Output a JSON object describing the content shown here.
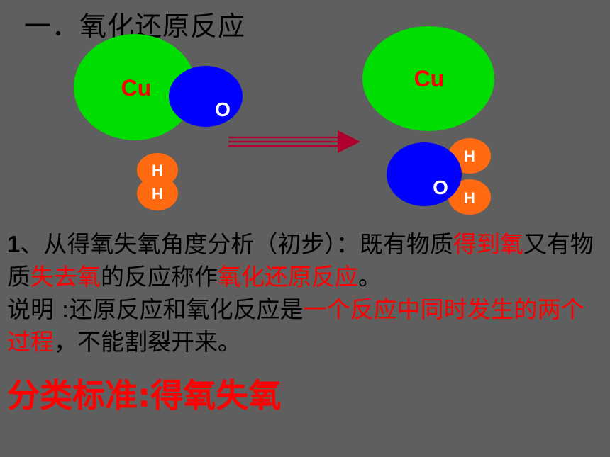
{
  "title": "一．氧化还原反应",
  "diagram": {
    "left": {
      "cu": "Cu",
      "o": "O",
      "h1": "H",
      "h2": "H"
    },
    "right": {
      "cu": "Cu",
      "o": "O",
      "h1": "H",
      "h2": "H"
    },
    "colors": {
      "copper": "#00dd00",
      "oxygen": "#0000ff",
      "hydrogen": "#ff6a10",
      "arrow": "#b00030",
      "cu_text": "#ff0000",
      "white_text": "#ffffff"
    }
  },
  "paragraph": {
    "p1_num": "1",
    "p1_a": "、从得氧失氧角度分析（初步）：既有物质",
    "p1_red1": "得到氧",
    "p1_b": "又有物质",
    "p1_red2": "失去氧",
    "p1_c": "的反应称作",
    "p1_red3": "氧化还原反应",
    "p1_d": "。",
    "p2_a": "说明 :还原反应和氧化反应是",
    "p2_red": "一个反应中同时发生的两个过程",
    "p2_b": "，不能割裂开来。"
  },
  "criterion": "分类标准:得氧失氧"
}
